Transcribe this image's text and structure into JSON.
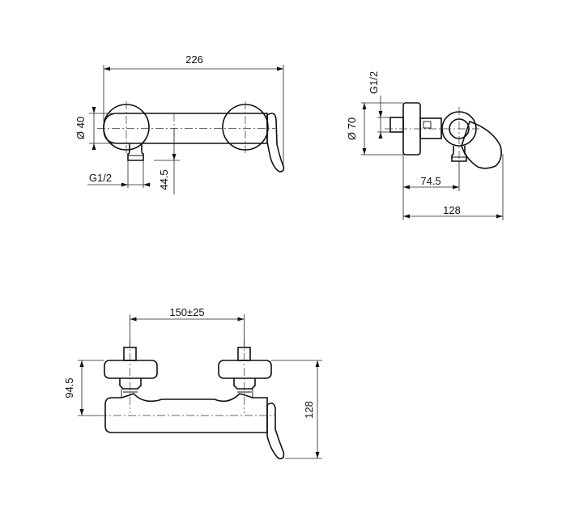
{
  "colors": {
    "line": "#111111",
    "background": "#ffffff"
  },
  "top_view": {
    "width_label": "226",
    "diameter_label": "Ø 40",
    "thread_label": "G1/2",
    "height_label": "44.5"
  },
  "side_view": {
    "thread_label": "G1/2",
    "diameter_label": "Ø 70",
    "depth_label": "74.5",
    "total_depth_label": "128"
  },
  "front_view": {
    "spacing_label": "150±25",
    "inlet_height_label": "94.5",
    "total_height_label": "128"
  }
}
